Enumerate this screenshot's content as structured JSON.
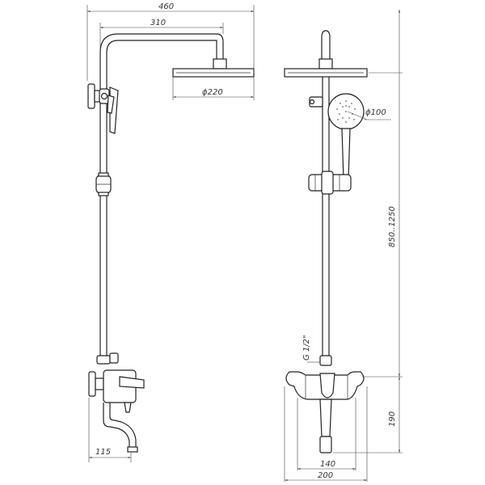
{
  "dimensions": {
    "overall_width": "460",
    "arm_length": "310",
    "head_diameter": "ϕ220",
    "hand_shower_diameter": "ϕ100",
    "height_range": "850..1250",
    "thread": "G 1/2\"",
    "mixer_height": "190",
    "spout_length": "115",
    "mixer_centers": "140",
    "mixer_width": "200"
  }
}
